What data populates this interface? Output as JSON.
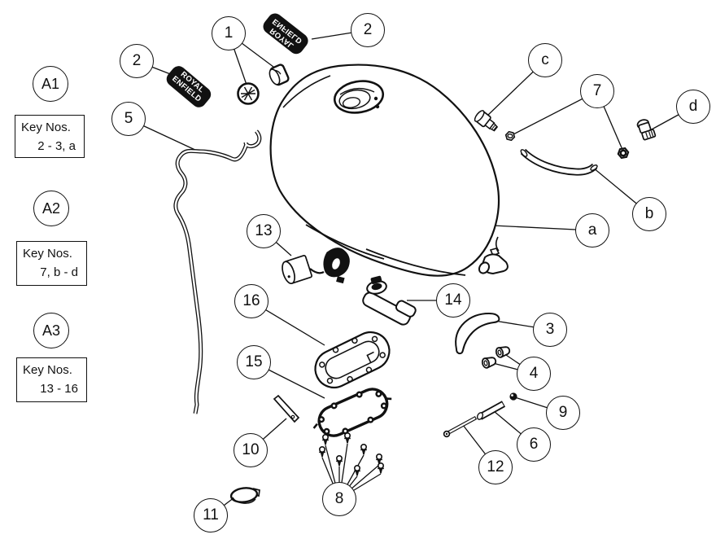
{
  "diagram": {
    "type": "exploded-parts-diagram",
    "subject": "fuel-tank",
    "background_color": "#ffffff",
    "line_color": "#111111"
  },
  "badge": {
    "line1": "ROYAL",
    "line2": "ENFIELD"
  },
  "keys": [
    {
      "label": "A1",
      "box_line1": "Key Nos.",
      "box_line2": "2 - 3, a"
    },
    {
      "label": "A2",
      "box_line1": "Key Nos.",
      "box_line2": "7, b - d"
    },
    {
      "label": "A3",
      "box_line1": "Key Nos.",
      "box_line2": "13 - 16"
    }
  ],
  "callouts": [
    {
      "label": "1"
    },
    {
      "label": "2"
    },
    {
      "label": "2"
    },
    {
      "label": "5"
    },
    {
      "label": "c"
    },
    {
      "label": "7"
    },
    {
      "label": "d"
    },
    {
      "label": "a"
    },
    {
      "label": "b"
    },
    {
      "label": "3"
    },
    {
      "label": "4"
    },
    {
      "label": "13"
    },
    {
      "label": "14"
    },
    {
      "label": "16"
    },
    {
      "label": "15"
    },
    {
      "label": "10"
    },
    {
      "label": "9"
    },
    {
      "label": "6"
    },
    {
      "label": "12"
    },
    {
      "label": "8"
    },
    {
      "label": "11"
    }
  ]
}
